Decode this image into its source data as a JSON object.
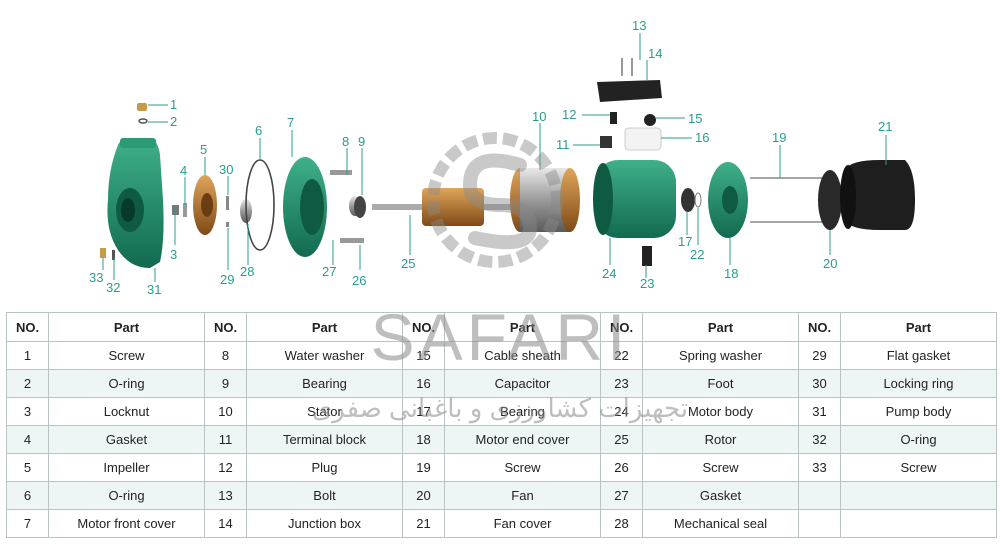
{
  "callouts": [
    {
      "id": "c1",
      "label": "1"
    },
    {
      "id": "c2",
      "label": "2"
    },
    {
      "id": "c3",
      "label": "3"
    },
    {
      "id": "c4",
      "label": "4"
    },
    {
      "id": "c5",
      "label": "5"
    },
    {
      "id": "c6",
      "label": "6"
    },
    {
      "id": "c7",
      "label": "7"
    },
    {
      "id": "c8",
      "label": "8"
    },
    {
      "id": "c9",
      "label": "9"
    },
    {
      "id": "c10",
      "label": "10"
    },
    {
      "id": "c11",
      "label": "11"
    },
    {
      "id": "c12",
      "label": "12"
    },
    {
      "id": "c13",
      "label": "13"
    },
    {
      "id": "c14",
      "label": "14"
    },
    {
      "id": "c15",
      "label": "15"
    },
    {
      "id": "c16",
      "label": "16"
    },
    {
      "id": "c17",
      "label": "17"
    },
    {
      "id": "c18",
      "label": "18"
    },
    {
      "id": "c19",
      "label": "19"
    },
    {
      "id": "c20",
      "label": "20"
    },
    {
      "id": "c21",
      "label": "21"
    },
    {
      "id": "c22",
      "label": "22"
    },
    {
      "id": "c23",
      "label": "23"
    },
    {
      "id": "c24",
      "label": "24"
    },
    {
      "id": "c25",
      "label": "25"
    },
    {
      "id": "c26",
      "label": "26"
    },
    {
      "id": "c27",
      "label": "27"
    },
    {
      "id": "c28",
      "label": "28"
    },
    {
      "id": "c29",
      "label": "29"
    },
    {
      "id": "c30",
      "label": "30"
    },
    {
      "id": "c31",
      "label": "31"
    },
    {
      "id": "c32",
      "label": "32"
    },
    {
      "id": "c33",
      "label": "33"
    }
  ],
  "table": {
    "header_no": "NO.",
    "header_part": "Part",
    "rows": [
      [
        {
          "no": "1",
          "part": "Screw"
        },
        {
          "no": "8",
          "part": "Water washer"
        },
        {
          "no": "15",
          "part": "Cable sheath"
        },
        {
          "no": "22",
          "part": "Spring washer"
        },
        {
          "no": "29",
          "part": "Flat gasket"
        }
      ],
      [
        {
          "no": "2",
          "part": "O-ring"
        },
        {
          "no": "9",
          "part": "Bearing"
        },
        {
          "no": "16",
          "part": "Capacitor"
        },
        {
          "no": "23",
          "part": "Foot"
        },
        {
          "no": "30",
          "part": "Locking ring"
        }
      ],
      [
        {
          "no": "3",
          "part": "Locknut"
        },
        {
          "no": "10",
          "part": "Stator"
        },
        {
          "no": "17",
          "part": "Bearing"
        },
        {
          "no": "24",
          "part": "Motor body"
        },
        {
          "no": "31",
          "part": "Pump body"
        }
      ],
      [
        {
          "no": "4",
          "part": "Gasket"
        },
        {
          "no": "11",
          "part": "Terminal block"
        },
        {
          "no": "18",
          "part": "Motor end cover"
        },
        {
          "no": "25",
          "part": "Rotor"
        },
        {
          "no": "32",
          "part": "O-ring"
        }
      ],
      [
        {
          "no": "5",
          "part": "Impeller"
        },
        {
          "no": "12",
          "part": "Plug"
        },
        {
          "no": "19",
          "part": "Screw"
        },
        {
          "no": "26",
          "part": "Screw"
        },
        {
          "no": "33",
          "part": "Screw"
        }
      ],
      [
        {
          "no": "6",
          "part": "O-ring"
        },
        {
          "no": "13",
          "part": "Bolt"
        },
        {
          "no": "20",
          "part": "Fan"
        },
        {
          "no": "27",
          "part": "Gasket"
        },
        {
          "no": "",
          "part": ""
        }
      ],
      [
        {
          "no": "7",
          "part": "Motor front cover"
        },
        {
          "no": "14",
          "part": "Junction box"
        },
        {
          "no": "21",
          "part": "Fan cover"
        },
        {
          "no": "28",
          "part": "Mechanical seal"
        },
        {
          "no": "",
          "part": ""
        }
      ]
    ]
  },
  "watermark": {
    "brand": "SAFARI",
    "subtitle": "تجهیزات کشاورزی و باغبانی صفری"
  },
  "colors": {
    "pump_green": "#1e8a6a",
    "callout": "#2a9d8f",
    "copper": "#b8792d"
  }
}
